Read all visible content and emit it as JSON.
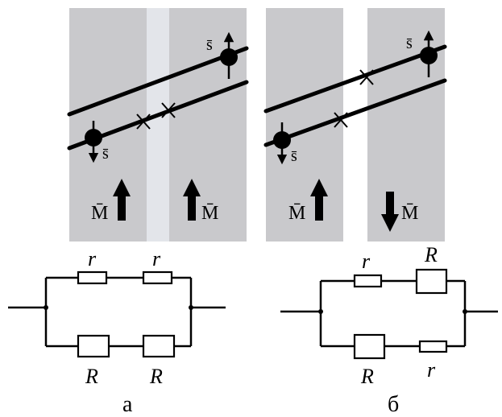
{
  "panels": [
    {
      "id": "a",
      "caption": "а",
      "spacer": "nonmagnetic",
      "left_magnetization": "up",
      "right_magnetization": "up",
      "left_m_label": "M̄",
      "right_m_label": "M̄",
      "left_spin_label": "s̄",
      "right_spin_label": "s̄",
      "circuit": {
        "top": [
          "r",
          "r"
        ],
        "bottom": [
          "R",
          "R"
        ]
      }
    },
    {
      "id": "b",
      "caption": "б",
      "spacer": "nonmagnetic",
      "left_magnetization": "up",
      "right_magnetization": "down",
      "left_m_label": "M̄",
      "right_m_label": "M̄",
      "left_spin_label": "s̄",
      "right_spin_label": "s̄",
      "circuit": {
        "top": [
          "r",
          "R"
        ],
        "bottom": [
          "R",
          "r"
        ]
      }
    }
  ],
  "colors": {
    "magnetic_layer": "#c9c9cc",
    "spacer_a": "#e3e5ea",
    "spacer_b": "#ffffff",
    "ink": "#000000"
  }
}
